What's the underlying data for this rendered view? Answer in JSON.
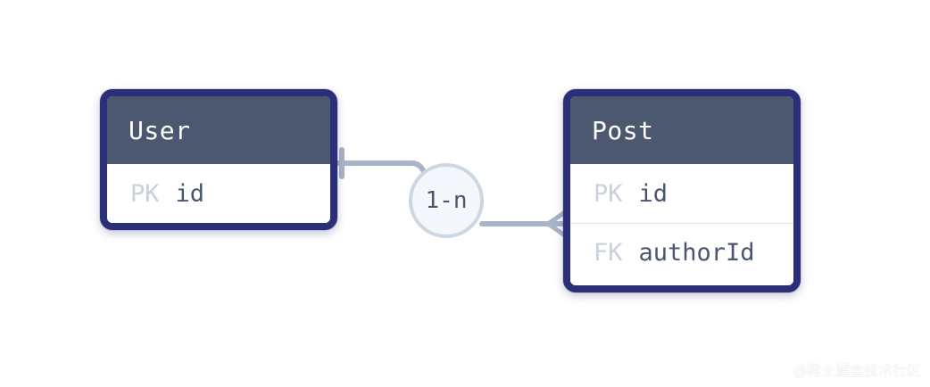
{
  "entities": {
    "user": {
      "title": "User",
      "fields": [
        {
          "key": "PK",
          "name": "id"
        }
      ]
    },
    "post": {
      "title": "Post",
      "fields": [
        {
          "key": "PK",
          "name": "id"
        },
        {
          "key": "FK",
          "name": "authorId"
        }
      ]
    }
  },
  "relationship": {
    "label": "1-n"
  },
  "watermark": {
    "text": "@稀土掘金技术社区"
  },
  "colors": {
    "header_bg": "#4b5870",
    "entity_border": "#2b2f78",
    "key_text": "#c9d1df",
    "field_text": "#4a5670",
    "connector": "#a8b4c7",
    "node_bg": "#f4f7fb"
  },
  "icons": {
    "one_end": "one-cardinality-icon",
    "many_end": "crow-foot-many-icon"
  }
}
